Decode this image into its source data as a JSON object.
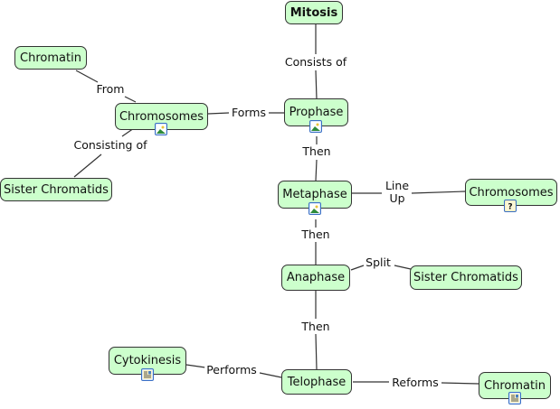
{
  "concept_map": {
    "nodes": {
      "mitosis": "Mitosis",
      "prophase": "Prophase",
      "metaphase": "Metaphase",
      "anaphase": "Anaphase",
      "telophase": "Telophase",
      "chromosomes_left": "Chromosomes",
      "chromatin_top": "Chromatin",
      "sister_chromatids_left": "Sister Chromatids",
      "chromosomes_right": "Chromosomes",
      "sister_chromatids_right": "Sister Chromatids",
      "cytokinesis": "Cytokinesis",
      "chromatin_bottom": "Chromatin"
    },
    "links": {
      "consists_of": "Consists of",
      "forms": "Forms",
      "from": "From",
      "consisting_of": "Consisting of",
      "then_1": "Then",
      "line_up_1": "Line",
      "line_up_2": "Up",
      "then_2": "Then",
      "split": "Split",
      "then_3": "Then",
      "performs": "Performs",
      "reforms": "Reforms"
    },
    "colors": {
      "node_fill": "#ccffcc",
      "node_border": "#333333",
      "line": "#333333"
    }
  }
}
